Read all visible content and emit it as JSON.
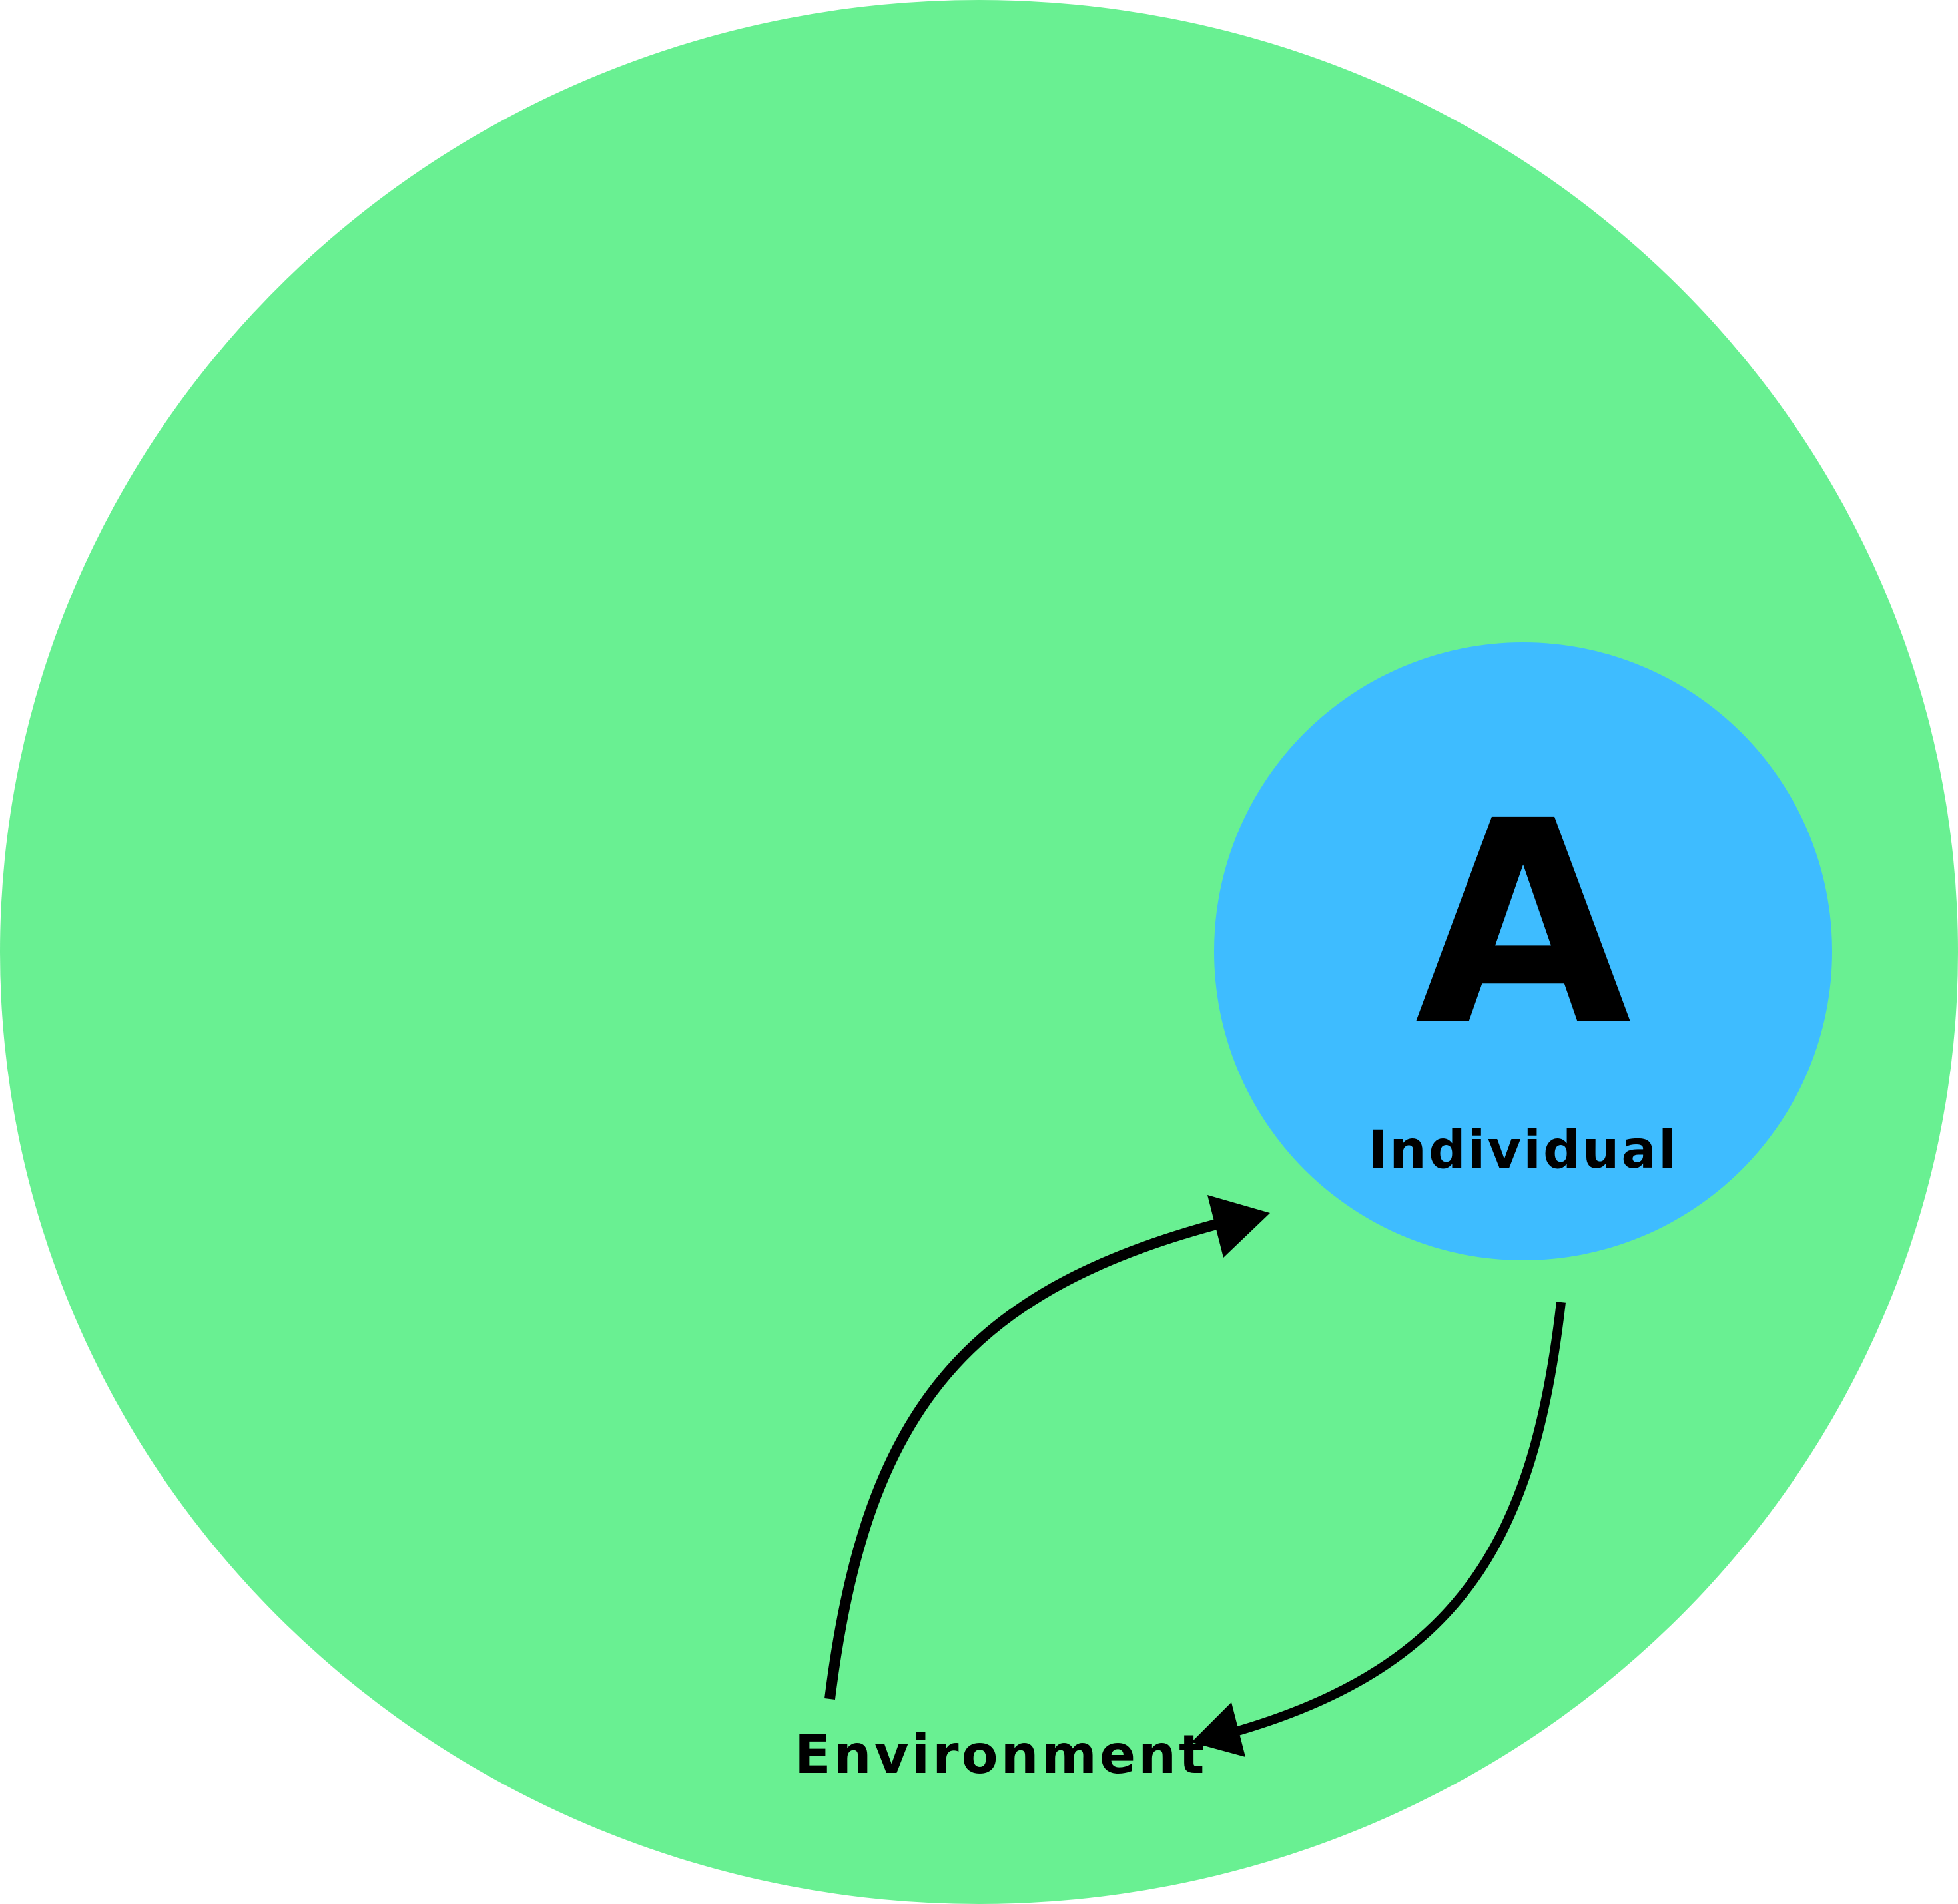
{
  "diagram": {
    "type": "environment-individual-interaction",
    "colors": {
      "background": "#ffffff",
      "environment_fill": "#69f092",
      "individual_fill": "#3ebcff",
      "stroke": "#000000"
    },
    "environment": {
      "label": "Environment"
    },
    "individual": {
      "symbol": "A",
      "label": "Individual"
    },
    "arrows": [
      {
        "from": "Environment",
        "to": "Individual"
      },
      {
        "from": "Individual",
        "to": "Environment"
      }
    ]
  }
}
